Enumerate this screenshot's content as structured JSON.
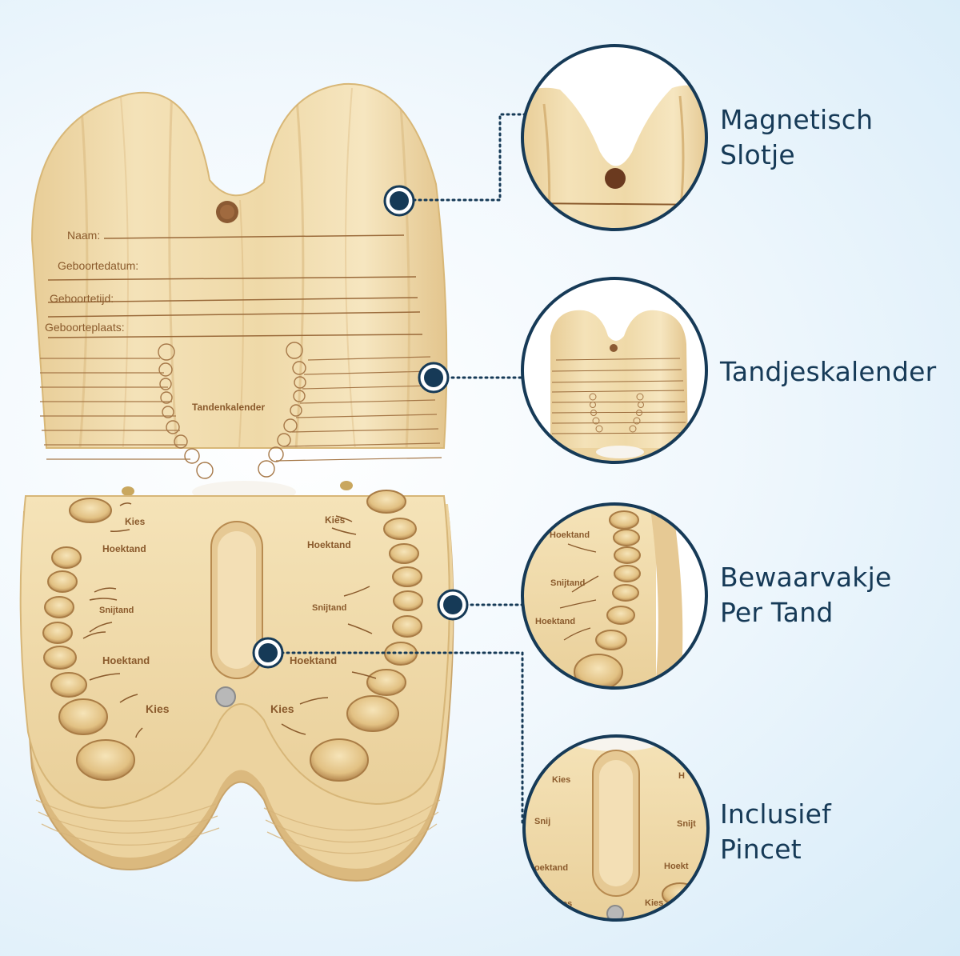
{
  "product": {
    "lid_fields": [
      "Naam:",
      "Geboortedatum:",
      "Geboortetijd:",
      "Geboorteplaats:"
    ],
    "calendar_label": "Tandenkalender",
    "compartment_labels": {
      "left": [
        "Kies",
        "Hoektand",
        "Snijtand",
        "Hoektand",
        "Kies"
      ],
      "right": [
        "Kies",
        "Hoektand",
        "Snijtand",
        "Hoektand",
        "Kies"
      ]
    }
  },
  "callouts": [
    {
      "line1": "Magnetisch",
      "line2": "Slotje"
    },
    {
      "line1": "Tandjeskalender",
      "line2": ""
    },
    {
      "line1": "Bewaarvakje",
      "line2": "Per Tand"
    },
    {
      "line1": "Inclusief",
      "line2": "Pincet"
    }
  ],
  "colors": {
    "accent": "#163a57",
    "wood_light": "#f3dfb1",
    "wood_dark": "#d9b57a",
    "engraving": "#8a5a2c"
  }
}
